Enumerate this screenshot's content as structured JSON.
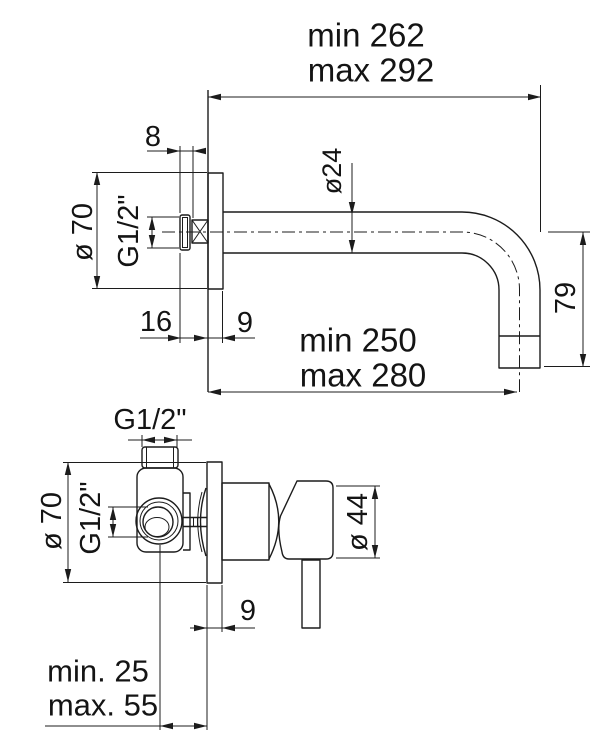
{
  "drawing": {
    "title_hint": "wall-mounted basin mixer technical drawing",
    "colors": {
      "line": "#1c1c1c",
      "background": "#ffffff"
    },
    "top_view": {
      "reach_dim": {
        "min": "min 262",
        "max": "max 292"
      },
      "spout_dim": {
        "min": "min 250",
        "max": "max 280"
      },
      "offset_8": "8",
      "flange_dia": "ø 70",
      "thread": "G1/2\"",
      "spout_dia": "ø24",
      "dim_16": "16",
      "plate_9": "9",
      "drop_79": "79"
    },
    "bottom_view": {
      "inlet_thread": "G1/2\"",
      "flange_dia": "ø 70",
      "port_thread": "G1/2\"",
      "handle_dia": "ø 44",
      "plate_9": "9",
      "depth_dim": {
        "min": "min. 25",
        "max": "max. 55"
      }
    }
  }
}
